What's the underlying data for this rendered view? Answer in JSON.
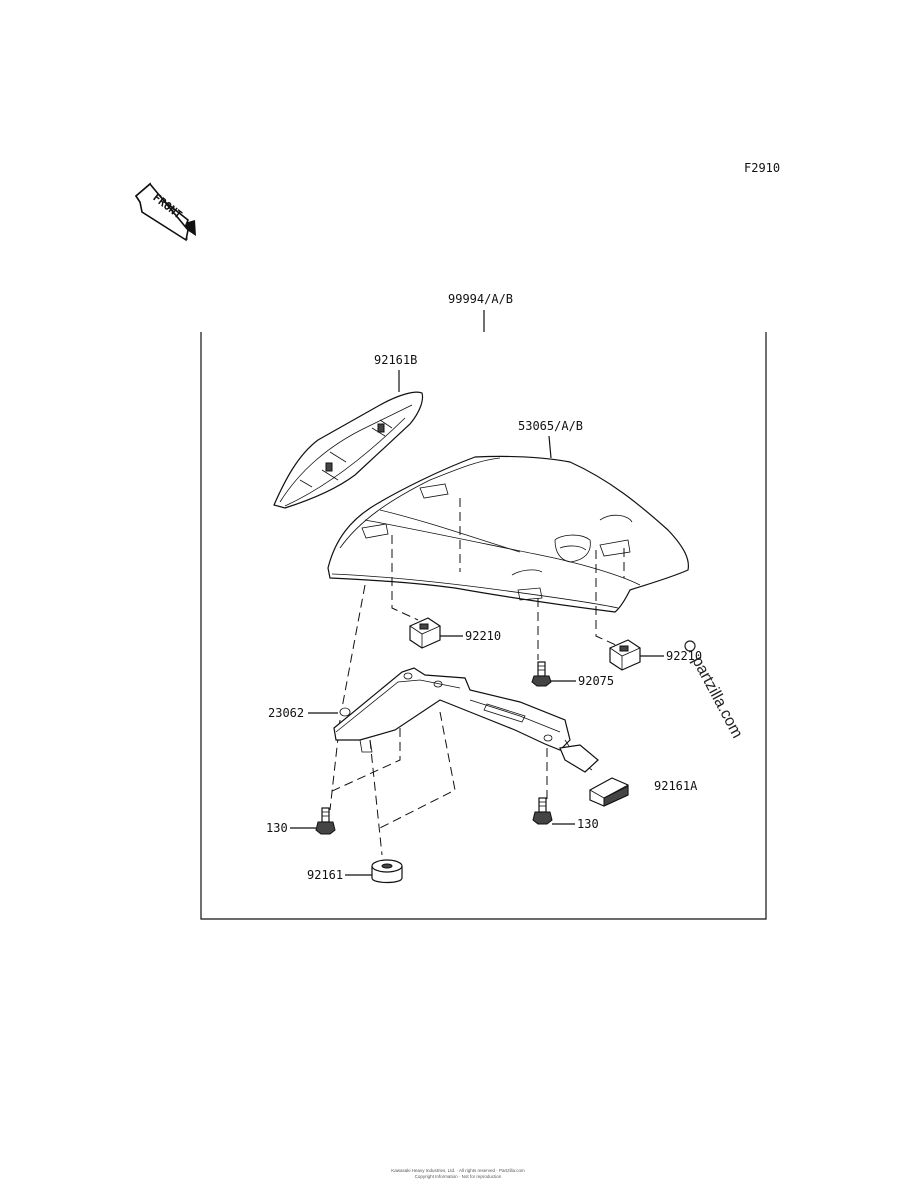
{
  "diagram": {
    "code": "F2910",
    "front_arrow_text": "FRONT",
    "watermark": "partzilla.com",
    "labels": {
      "kit": "99994/A/B",
      "cover_trim": "92161B",
      "seat_cover": "53065/A/B",
      "clip_left": "92210",
      "clip_right": "92210",
      "bolt_center": "92075",
      "bracket": "23062",
      "pad": "92161A",
      "bolt_left": "130",
      "bolt_right": "130",
      "damper": "92161"
    },
    "footer_line1": "Kawasaki Heavy Industries, Ltd. · All rights reserved · Partzilla.com",
    "footer_line2": "Copyright Information · Not for reproduction"
  },
  "colors": {
    "line": "#111111",
    "background": "#ffffff",
    "fill_dark": "#444444"
  }
}
